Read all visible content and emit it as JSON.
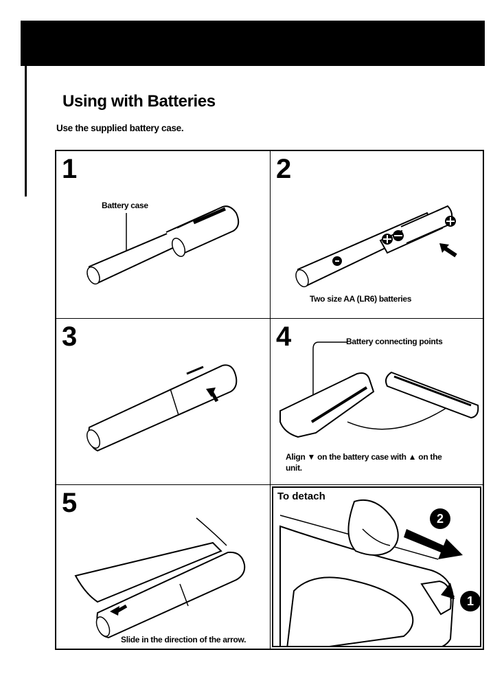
{
  "section": {
    "title": "Using with Batteries",
    "subtitle": "Use the supplied battery case."
  },
  "steps": [
    {
      "number": "1",
      "label": "Battery case"
    },
    {
      "number": "2",
      "caption": "Two size AA (LR6) batteries"
    },
    {
      "number": "3"
    },
    {
      "number": "4",
      "label": "Battery connecting points",
      "caption_line1": "Align ▼ on the battery case with ▲ on the",
      "caption_line2": "unit."
    },
    {
      "number": "5",
      "caption": "Slide in the direction of the arrow."
    }
  ],
  "detach": {
    "title": "To detach",
    "marker_1": "1",
    "marker_2": "2"
  }
}
